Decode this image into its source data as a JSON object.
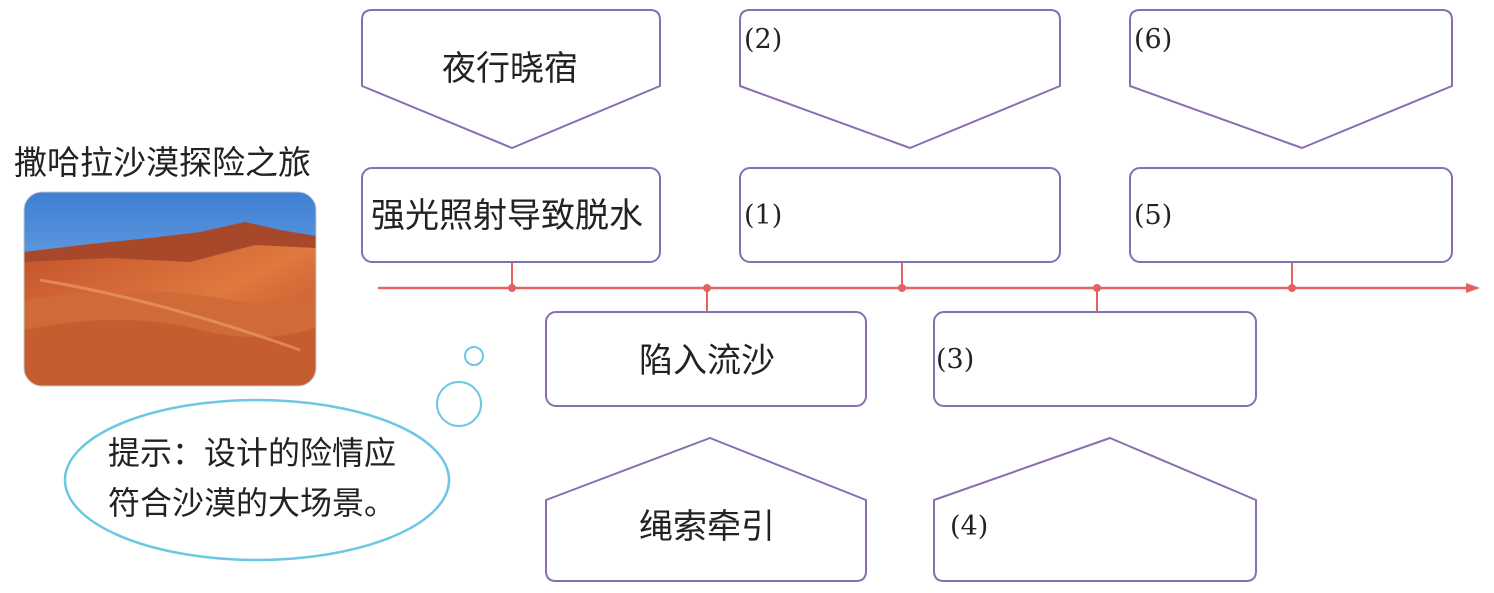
{
  "title": "撒哈拉沙漠探险之旅",
  "hint": {
    "line1": "提示：设计的险情应",
    "line2": "符合沙漠的大场景。"
  },
  "top": {
    "danger_1": "强光照射导致脱水",
    "solution_1": "夜行晓宿",
    "danger_2": "(1)",
    "solution_2": "(2)",
    "danger_3": "(5)",
    "solution_3": "(6)"
  },
  "bottom": {
    "danger_1": "陷入流沙",
    "solution_1": "绳索牵引",
    "danger_2": "(3)",
    "solution_2": "(4)"
  },
  "colors": {
    "box_border": "#8a6fb0",
    "timeline": "#e46262",
    "bubble": "#6cc7e3"
  },
  "icons": {
    "photo": "sahara-desert-photo"
  }
}
